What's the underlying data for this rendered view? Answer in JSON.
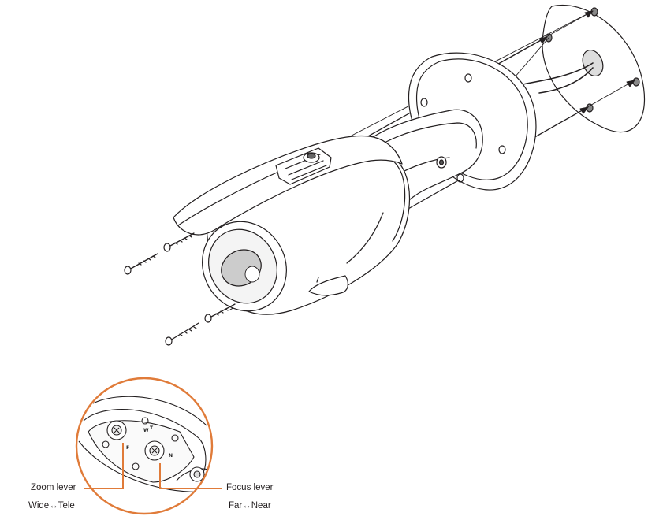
{
  "callouts": {
    "zoom": {
      "title": "Zoom lever",
      "range_left": "Wide",
      "range_right": "Tele"
    },
    "focus": {
      "title": "Focus lever",
      "range_left": "Far",
      "range_right": "Near"
    },
    "arrow_symbol": "↔"
  },
  "lens_marks": {
    "zoom_left": "W",
    "zoom_right": "T",
    "focus_left": "F",
    "focus_right": "N"
  },
  "colors": {
    "line": "#231f20",
    "accent": "#e07b39"
  }
}
